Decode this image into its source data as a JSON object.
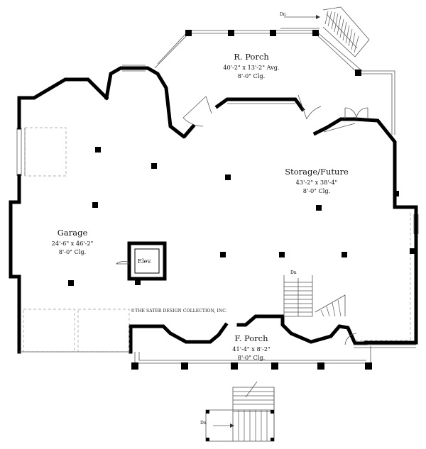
{
  "rooms": {
    "rear_porch": {
      "name": "R. Porch",
      "dims": "40'-2\" x 13'-2\" Avg.",
      "ceiling": "8'-0\" Clg."
    },
    "storage": {
      "name": "Storage/Future",
      "dims": "43'-2\" x 38'-4\"",
      "ceiling": "8'-0\" Clg."
    },
    "garage": {
      "name": "Garage",
      "dims": "24'-6\" x 46'-2\"",
      "ceiling": "8'-0\" Clg."
    },
    "front_porch": {
      "name": "F. Porch",
      "dims": "41'-4\" x 8'-2\"",
      "ceiling": "8'-0\" Clg."
    }
  },
  "elevator": {
    "label": "Elev."
  },
  "stairs": {
    "down_label": "Dn"
  },
  "copyright": "©THE SATER DESIGN COLLECTION, INC."
}
